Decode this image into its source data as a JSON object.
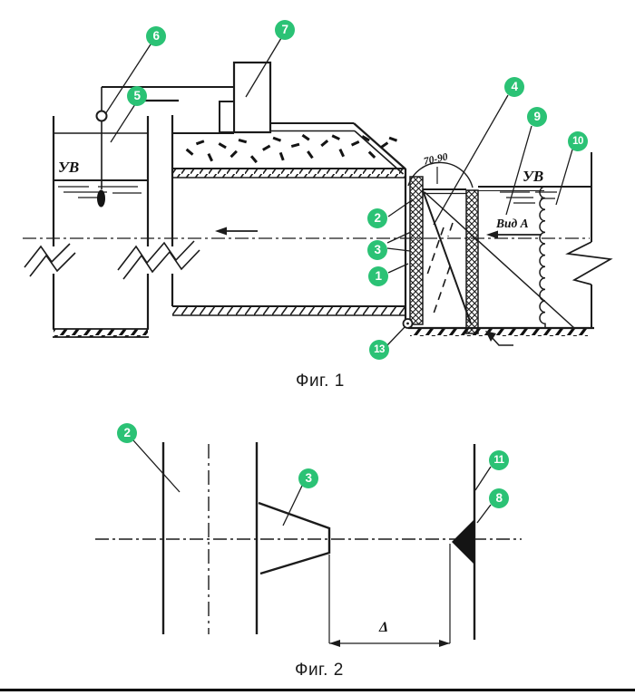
{
  "colors": {
    "callout_green": "#2BC275",
    "line_black": "#1b1b1b"
  },
  "figure1": {
    "caption": "Фиг. 1",
    "labels": {
      "water_level_left": "УВ",
      "water_level_right": "УВ",
      "view_direction": "Вид А",
      "angle_range": "70-90"
    },
    "callouts": [
      {
        "n": "6"
      },
      {
        "n": "7"
      },
      {
        "n": "5"
      },
      {
        "n": "4"
      },
      {
        "n": "9"
      },
      {
        "n": "10"
      },
      {
        "n": "2"
      },
      {
        "n": "3"
      },
      {
        "n": "1"
      },
      {
        "n": "13"
      }
    ]
  },
  "figure2": {
    "caption": "Фиг. 2",
    "labels": {
      "gap": "Δ"
    },
    "callouts": [
      {
        "n": "2"
      },
      {
        "n": "3"
      },
      {
        "n": "11"
      },
      {
        "n": "8"
      }
    ]
  }
}
